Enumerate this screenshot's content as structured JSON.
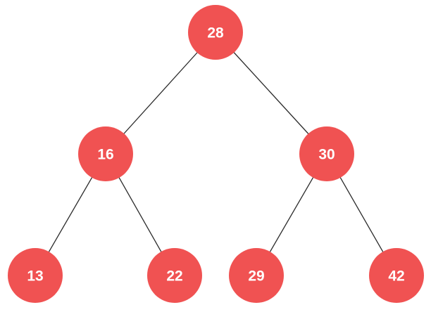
{
  "tree": {
    "node_color": "#f05252",
    "label_color": "#ffffff",
    "edge_color": "#2b2b2b",
    "nodes": [
      {
        "id": "n28",
        "label": "28"
      },
      {
        "id": "n16",
        "label": "16"
      },
      {
        "id": "n30",
        "label": "30"
      },
      {
        "id": "n13",
        "label": "13"
      },
      {
        "id": "n22",
        "label": "22"
      },
      {
        "id": "n29",
        "label": "29"
      },
      {
        "id": "n42",
        "label": "42"
      }
    ],
    "edges": [
      {
        "from": "n28",
        "to": "n16"
      },
      {
        "from": "n28",
        "to": "n30"
      },
      {
        "from": "n16",
        "to": "n13"
      },
      {
        "from": "n16",
        "to": "n22"
      },
      {
        "from": "n30",
        "to": "n29"
      },
      {
        "from": "n30",
        "to": "n42"
      }
    ]
  }
}
